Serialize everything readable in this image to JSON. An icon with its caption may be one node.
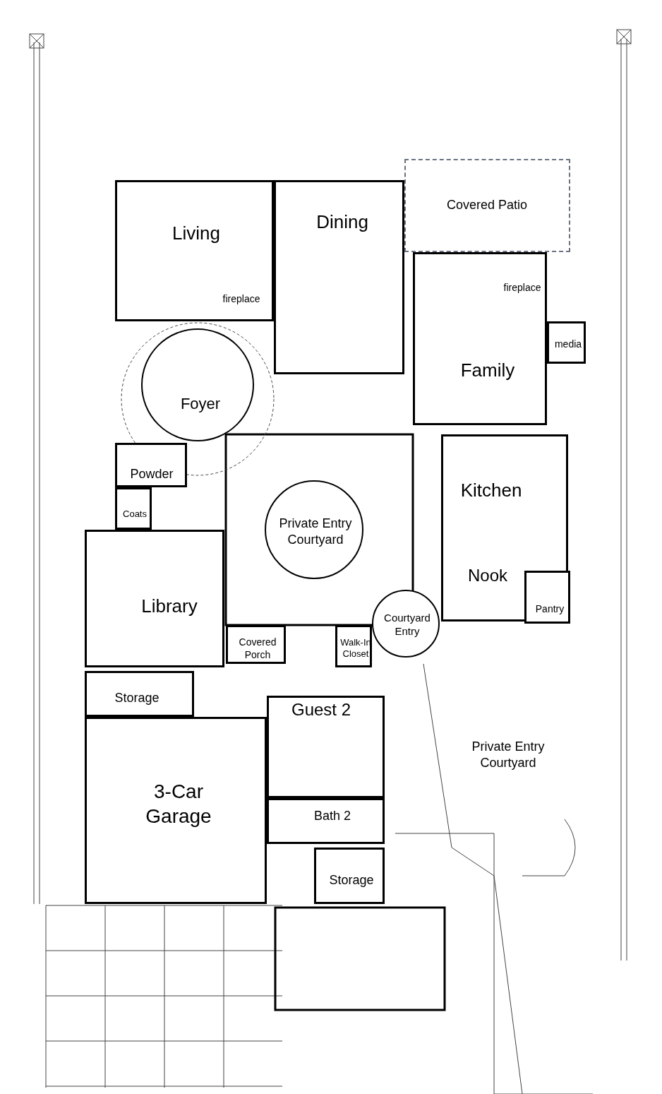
{
  "diagram": {
    "nodes": [
      {
        "text": [
          "Living"
        ]
      },
      {
        "text": [
          "Dining"
        ]
      },
      {
        "text": [
          "Covered Patio"
        ]
      },
      {
        "text": [
          "Family"
        ]
      },
      {
        "text": [
          "media"
        ]
      },
      {
        "text": [
          "Foyer"
        ]
      },
      {
        "text": [
          "Powder"
        ]
      },
      {
        "text": [
          "Coats"
        ]
      },
      {
        "text": [
          "Kitchen"
        ]
      },
      {
        "text": [
          "Nook"
        ],
        "in": 8
      },
      {
        "text": [
          "Pantry"
        ],
        "in": 8
      },
      {
        "text": [
          "Private Entry Courtyard"
        ]
      },
      {
        "text": [
          "Library"
        ]
      },
      {
        "text": [
          "Courtyard Entry"
        ]
      },
      {
        "text": [
          "Covered Porch"
        ]
      },
      {
        "text": [
          "Walk-In Closet"
        ]
      },
      {
        "text": [
          "Storage"
        ]
      },
      {
        "text": [
          "Guest 2"
        ]
      },
      {
        "text": [
          "3-Car Garage"
        ]
      },
      {
        "text": [
          "Private Entry Courtyard"
        ]
      },
      {
        "text": [
          "Bath 2"
        ]
      },
      {
        "text": [
          "Storage"
        ]
      }
    ],
    "labels": [
      "fireplace",
      "fireplace"
    ]
  }
}
